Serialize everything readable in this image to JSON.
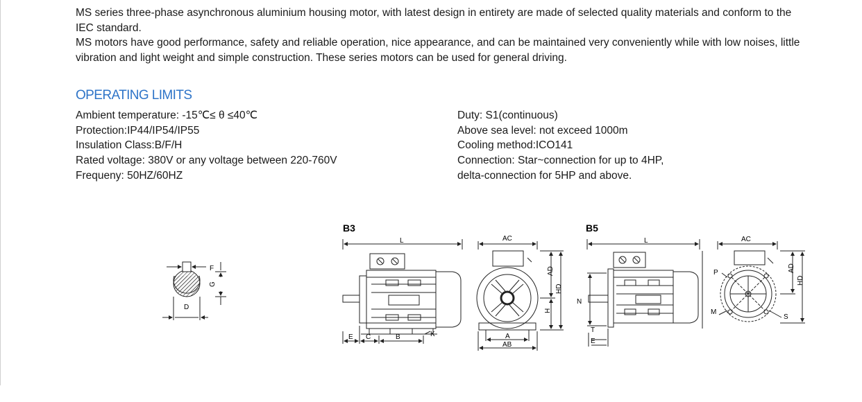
{
  "intro": {
    "p1": "MS series three-phase asynchronous aluminium housing motor, with latest design in entirety are made of selected quality materials and conform to the IEC standard.",
    "p2": "MS motors have good performance, safety and reliable operation, nice appearance, and can be maintained very conveniently while with low noises, little vibration and light weight and simple construction. These series motors can be used for general driving."
  },
  "limits": {
    "heading": "OPERATING LIMITS",
    "left": [
      "Ambient temperature: -15℃≤ θ ≤40℃",
      "Protection:IP44/IP54/IP55",
      "Insulation Class:B/F/H",
      "Rated voltage: 380V or any voltage between 220-760V",
      "Frequeny: 50HZ/60HZ"
    ],
    "right": [
      "Duty: S1(continuous)",
      "Above sea level: not exceed 1000m",
      "Cooling method:ICO141",
      "Connection: Star~connection for up to 4HP,",
      "delta-connection for 5HP and above."
    ]
  },
  "drawings": {
    "shaft": {
      "F": "F",
      "G": "G",
      "D": "D"
    },
    "b3": {
      "title": "B3",
      "L": "L",
      "E": "E",
      "C": "C",
      "B": "B",
      "K": "K"
    },
    "b3_end": {
      "AC": "AC",
      "AD": "AD",
      "HD": "HD",
      "H": "H",
      "A": "A",
      "AB": "AB"
    },
    "b5": {
      "title": "B5",
      "L": "L",
      "N": "N",
      "T": "T",
      "E": "E"
    },
    "b5_end": {
      "AC": "AC",
      "AD": "AD",
      "HD": "HD",
      "P": "P",
      "M": "M",
      "S": "S"
    }
  }
}
